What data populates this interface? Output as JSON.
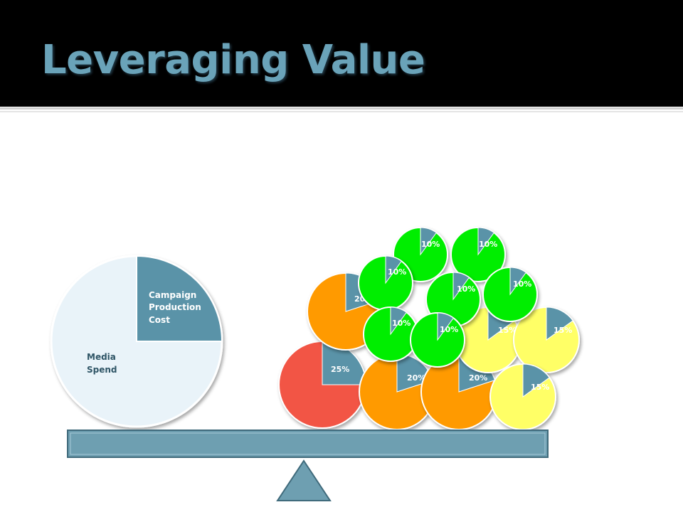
{
  "slide": {
    "title": "Leveraging Value"
  },
  "colors": {
    "header_bg": "#000000",
    "title": "#6aa3b9",
    "slice_blue": "#5a93a8",
    "media_spend": "#e9f3f9",
    "red": "#f25545",
    "orange": "#ff9a00",
    "yellow": "#ffff66",
    "green": "#00ee00",
    "beam": "#6e9fb1"
  },
  "main_pie": {
    "production_label": [
      "Campaign",
      "Production",
      "Cost"
    ],
    "media_label": [
      "Media",
      "Spend"
    ],
    "production_share": 25
  },
  "small_pies": [
    {
      "label": "25%",
      "share": 25,
      "color": "red"
    },
    {
      "label": "20%",
      "share": 20,
      "color": "orange"
    },
    {
      "label": "20%",
      "share": 20,
      "color": "orange"
    },
    {
      "label": "20",
      "share": 20,
      "color": "orange"
    },
    {
      "label": "15%",
      "share": 15,
      "color": "yellow"
    },
    {
      "label": "15%",
      "share": 15,
      "color": "yellow"
    },
    {
      "label": "15%",
      "share": 15,
      "color": "yellow"
    },
    {
      "label": "10%",
      "share": 10,
      "color": "green"
    },
    {
      "label": "10%",
      "share": 10,
      "color": "green"
    },
    {
      "label": "10%",
      "share": 10,
      "color": "green"
    },
    {
      "label": "10%",
      "share": 10,
      "color": "green"
    },
    {
      "label": "10%",
      "share": 10,
      "color": "green"
    },
    {
      "label": "10%",
      "share": 10,
      "color": "green"
    },
    {
      "label": "10%",
      "share": 10,
      "color": "green"
    },
    {
      "label": "10%",
      "share": 10,
      "color": "green"
    }
  ]
}
